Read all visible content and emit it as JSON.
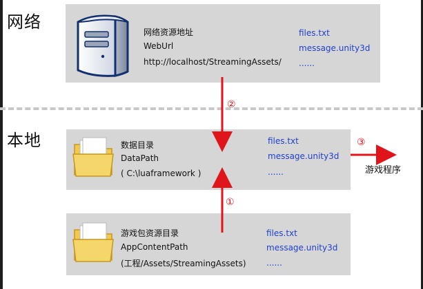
{
  "regions": {
    "network": "网络",
    "local": "本地"
  },
  "network_box": {
    "title": "网络资源地址",
    "var_name": "WebUrl",
    "path": "http://localhost/StreamingAssets/",
    "files": [
      "files.txt",
      "message.unity3d",
      "......"
    ],
    "icon": "server-icon"
  },
  "data_box": {
    "title": "数据目录",
    "var_name": "DataPath",
    "path": "( C:\\luaframework )",
    "files": [
      "files.txt",
      "message.unity3d",
      "......"
    ],
    "icon": "folder-icon"
  },
  "app_box": {
    "title": "游戏包资源目录",
    "var_name": "AppContentPath",
    "path": "(工程/Assets/StreamingAssets)",
    "files": [
      "files.txt",
      "message.unity3d",
      "......"
    ],
    "icon": "folder-icon"
  },
  "steps": {
    "step1": "①",
    "step2": "②",
    "step3": "③"
  },
  "target_label": "游戏程序",
  "colors": {
    "arrow": "#e0141b",
    "panel": "#d6d6d6",
    "file_text": "#1f3fd1"
  }
}
